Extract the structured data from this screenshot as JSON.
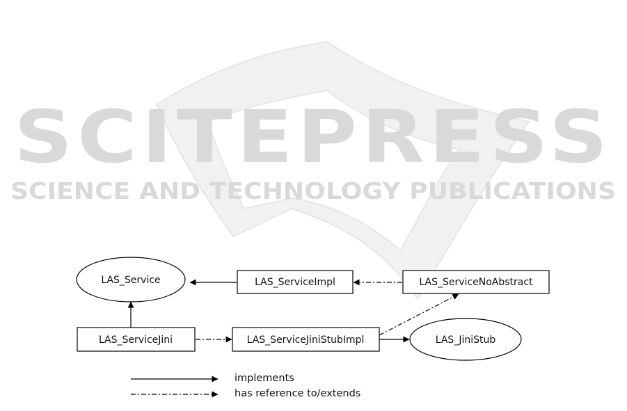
{
  "watermark": {
    "line1": "SCITEPRESS",
    "line2": "SCIENCE AND TECHNOLOGY PUBLICATIONS"
  },
  "nodes": {
    "las_service": "LAS_Service",
    "las_service_impl": "LAS_ServiceImpl",
    "las_service_no_abstract": "LAS_ServiceNoAbstract",
    "las_service_jini": "LAS_ServiceJini",
    "las_service_jini_stub_impl": "LAS_ServiceJiniStubImpl",
    "las_jini_stub": "LAS_JiniStub"
  },
  "legend": {
    "solid_label": "implements",
    "dashdot_label": "has reference to/extends"
  }
}
